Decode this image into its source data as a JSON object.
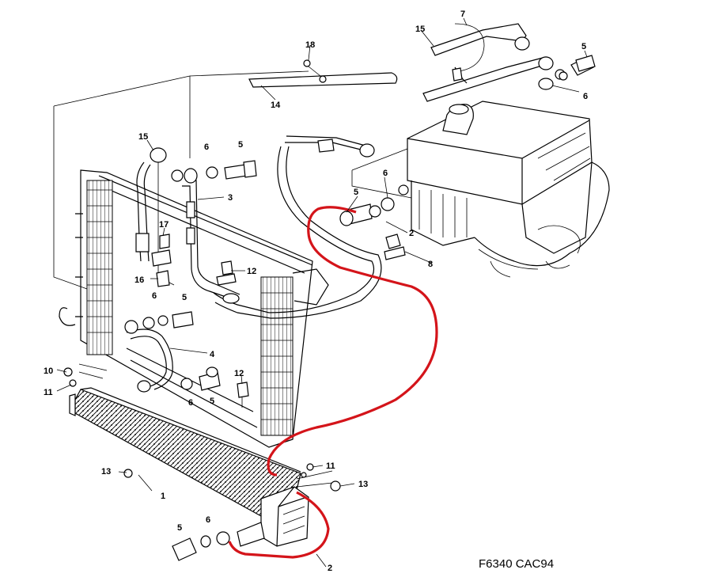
{
  "diagram": {
    "figure_code": "F6340 CAC94",
    "highlight_color": "#d4141a",
    "labels": [
      {
        "id": "l1",
        "text": "1"
      },
      {
        "id": "l2a",
        "text": "2"
      },
      {
        "id": "l2b",
        "text": "2"
      },
      {
        "id": "l3",
        "text": "3"
      },
      {
        "id": "l4",
        "text": "4"
      },
      {
        "id": "l5a",
        "text": "5"
      },
      {
        "id": "l5b",
        "text": "5"
      },
      {
        "id": "l5c",
        "text": "5"
      },
      {
        "id": "l5d",
        "text": "5"
      },
      {
        "id": "l5e",
        "text": "5"
      },
      {
        "id": "l5f",
        "text": "5"
      },
      {
        "id": "l6a",
        "text": "6"
      },
      {
        "id": "l6b",
        "text": "6"
      },
      {
        "id": "l6c",
        "text": "6"
      },
      {
        "id": "l6d",
        "text": "6"
      },
      {
        "id": "l6e",
        "text": "6"
      },
      {
        "id": "l6f",
        "text": "6"
      },
      {
        "id": "l7",
        "text": "7"
      },
      {
        "id": "l8",
        "text": "8"
      },
      {
        "id": "l10",
        "text": "10"
      },
      {
        "id": "l11a",
        "text": "11"
      },
      {
        "id": "l11b",
        "text": "11"
      },
      {
        "id": "l12a",
        "text": "12"
      },
      {
        "id": "l12b",
        "text": "12"
      },
      {
        "id": "l13a",
        "text": "13"
      },
      {
        "id": "l13b",
        "text": "13"
      },
      {
        "id": "l14",
        "text": "14"
      },
      {
        "id": "l15a",
        "text": "15"
      },
      {
        "id": "l15b",
        "text": "15"
      },
      {
        "id": "l16",
        "text": "16"
      },
      {
        "id": "l17",
        "text": "17"
      },
      {
        "id": "l18",
        "text": "18"
      }
    ]
  }
}
